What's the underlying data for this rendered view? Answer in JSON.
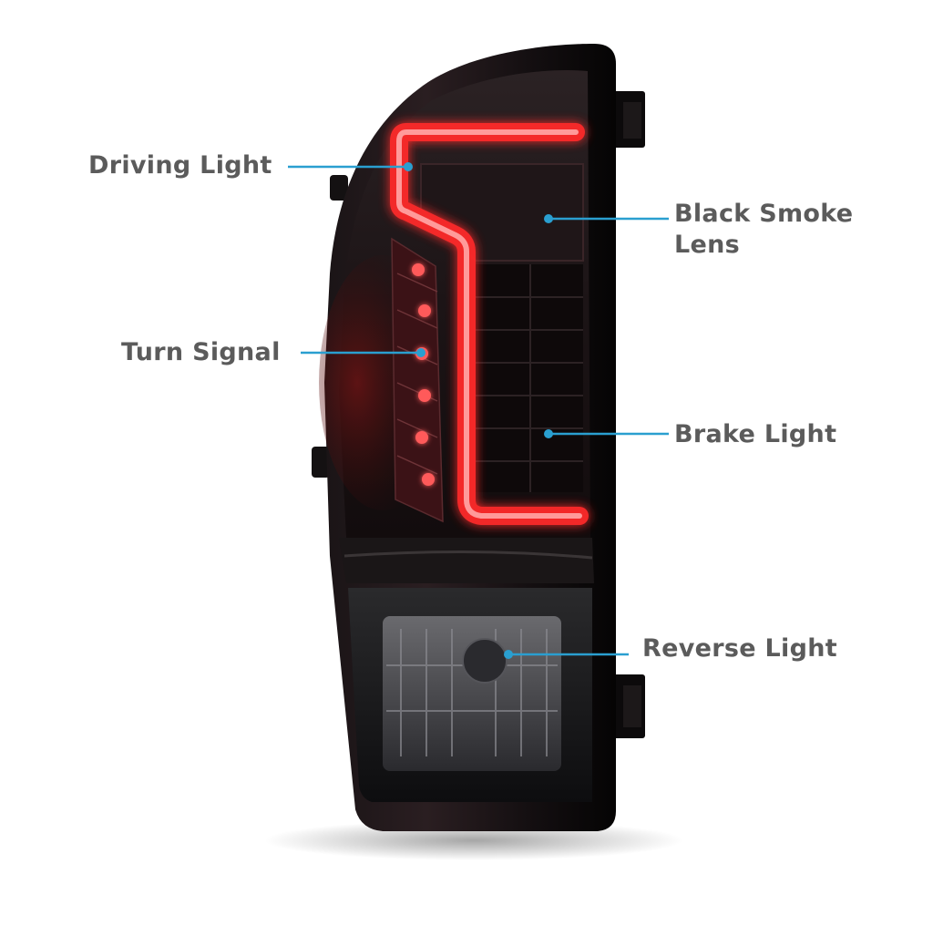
{
  "callouts": {
    "driving_light": "Driving Light",
    "black_smoke_lens": "Black Smoke Lens",
    "turn_signal": "Turn Signal",
    "brake_light": "Brake Light",
    "reverse_light": "Reverse Light"
  },
  "colors": {
    "leader_line": "#2a9fd0",
    "label_text": "#5b5b5b",
    "light_bar_red": "#ff2a2a",
    "housing_black": "#0d0b0c"
  }
}
